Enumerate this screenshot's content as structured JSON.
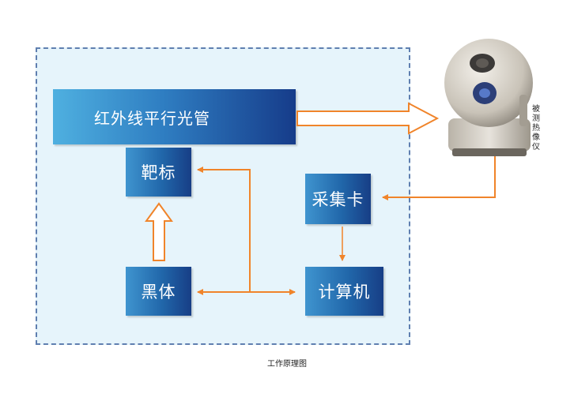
{
  "diagram": {
    "tube_label": "红外线平行光管",
    "target_label": "靶标",
    "blackbody_label": "黑体",
    "capture_label": "采集卡",
    "computer_label": "计算机",
    "device_label": "被测热像仪",
    "caption": "工作原理图"
  },
  "colors": {
    "box_dark": "#173e86",
    "box_light": "#3f94cf",
    "arrow": "#f0842a",
    "frame_fill": "#e6f4fb",
    "frame_border": "#5f7fb0"
  },
  "icons": [
    "thermal-camera-icon"
  ]
}
